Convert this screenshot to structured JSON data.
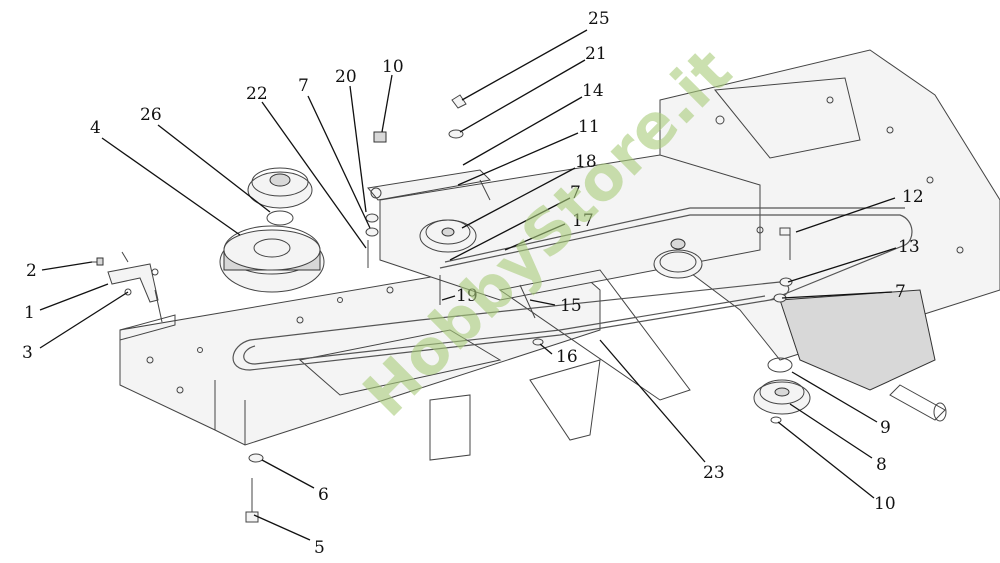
{
  "watermark": "HobbyStore.it",
  "colors": {
    "watermark": "#a8cc7a",
    "ink": "#111111",
    "line": "#444444"
  },
  "callouts": [
    {
      "id": "25"
    },
    {
      "id": "21"
    },
    {
      "id": "14"
    },
    {
      "id": "11"
    },
    {
      "id": "18"
    },
    {
      "id": "7"
    },
    {
      "id": "17"
    },
    {
      "id": "10"
    },
    {
      "id": "20"
    },
    {
      "id": "7"
    },
    {
      "id": "22"
    },
    {
      "id": "26"
    },
    {
      "id": "4"
    },
    {
      "id": "2"
    },
    {
      "id": "1"
    },
    {
      "id": "3"
    },
    {
      "id": "19"
    },
    {
      "id": "15"
    },
    {
      "id": "16"
    },
    {
      "id": "12"
    },
    {
      "id": "13"
    },
    {
      "id": "7"
    },
    {
      "id": "9"
    },
    {
      "id": "8"
    },
    {
      "id": "10"
    },
    {
      "id": "23"
    },
    {
      "id": "6"
    },
    {
      "id": "5"
    }
  ]
}
